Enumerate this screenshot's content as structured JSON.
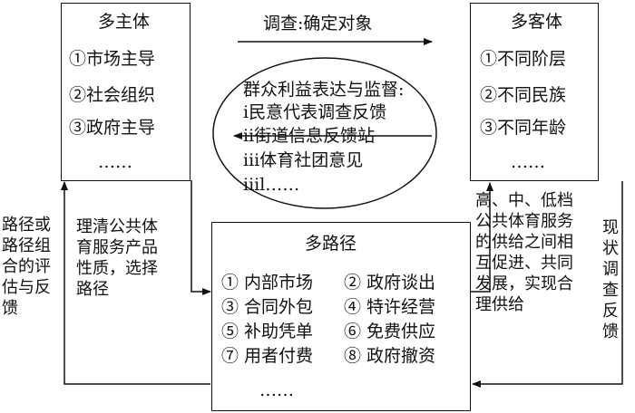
{
  "left_box": {
    "title": "多主体",
    "items": [
      "①市场主导",
      "②社会组织",
      "③政府主导",
      "……"
    ]
  },
  "right_box": {
    "title": "多客体",
    "items": [
      "①不同阶层",
      "②不同民族",
      "③不同年龄",
      "……"
    ]
  },
  "top_arrow_label": "调查:确定对象",
  "ellipse": {
    "title": "群众利益表达与监督:",
    "items": [
      "i民意代表调查反馈",
      "ii街道信息反馈站",
      "iii体育社团意见",
      "iiil……"
    ]
  },
  "bottom_box": {
    "title": "多路径",
    "items": [
      [
        "① 内部市场",
        "② 政府谈出"
      ],
      [
        "③ 合同外包",
        "④ 特许经营"
      ],
      [
        "⑤ 补助凭单",
        "⑥ 免费供应"
      ],
      [
        "⑦ 用者付费",
        "⑧ 政府撤资"
      ]
    ],
    "ellipsis": "……"
  },
  "left_side_text": [
    "路径或",
    "路径组",
    "合的评",
    "估与反",
    "馈"
  ],
  "middle_left_text": [
    "理清公共体",
    "育服务产品",
    "性质，选择",
    "路径"
  ],
  "middle_right_text": [
    "高、中、低档",
    "公共体育服务",
    "的供给之间相",
    "互促进、共同",
    "发展，实现合",
    "理供给"
  ],
  "right_side_text": [
    "现",
    "状",
    "调",
    "查",
    "反",
    "馈"
  ]
}
